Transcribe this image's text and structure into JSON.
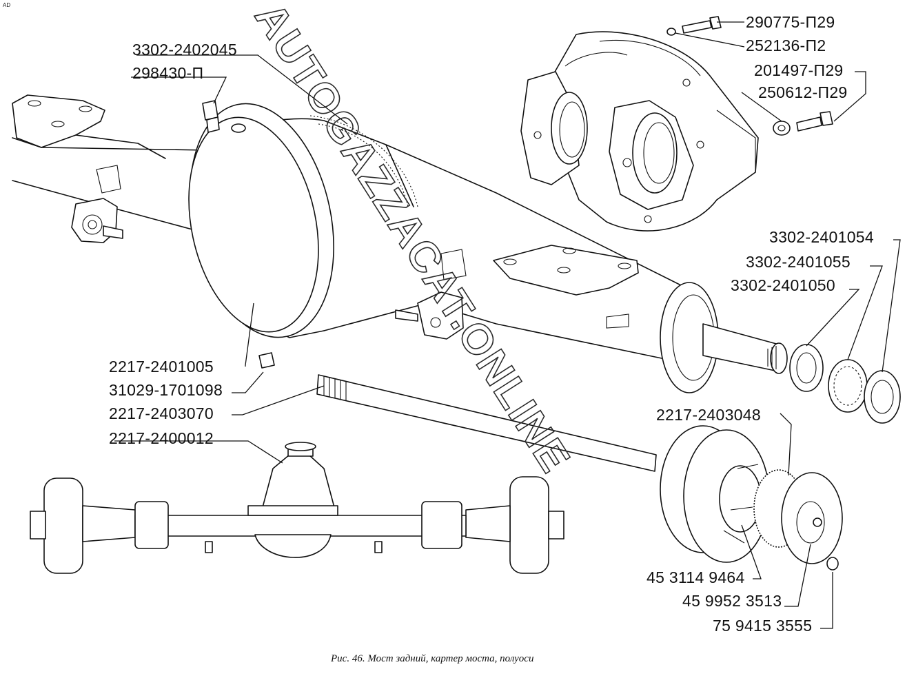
{
  "corner_mark": "AD",
  "caption": "Рис. 46. Мост задний, картер моста, полуоси",
  "watermark": "AUTOGAZZACAT.ONLINE",
  "labels": {
    "p3302_2402045": "3302-2402045",
    "p298430_P": "298430-П",
    "p290775_P29": "290775-П29",
    "p252136_P2": "252136-П2",
    "p201497_P29": "201497-П29",
    "p250612_P29": "250612-П29",
    "p3302_2401054": "3302-2401054",
    "p3302_2401055": "3302-2401055",
    "p3302_2401050": "3302-2401050",
    "p2217_2401005": "2217-2401005",
    "p31029_1701098": "31029-1701098",
    "p2217_2403070": "2217-2403070",
    "p2217_2400012": "2217-2400012",
    "p2217_2403048": "2217-2403048",
    "p45_3114_9464": "45 3114 9464",
    "p45_9952_3513": "45 9952 3513",
    "p75_9415_3555": "75 9415 3555"
  }
}
